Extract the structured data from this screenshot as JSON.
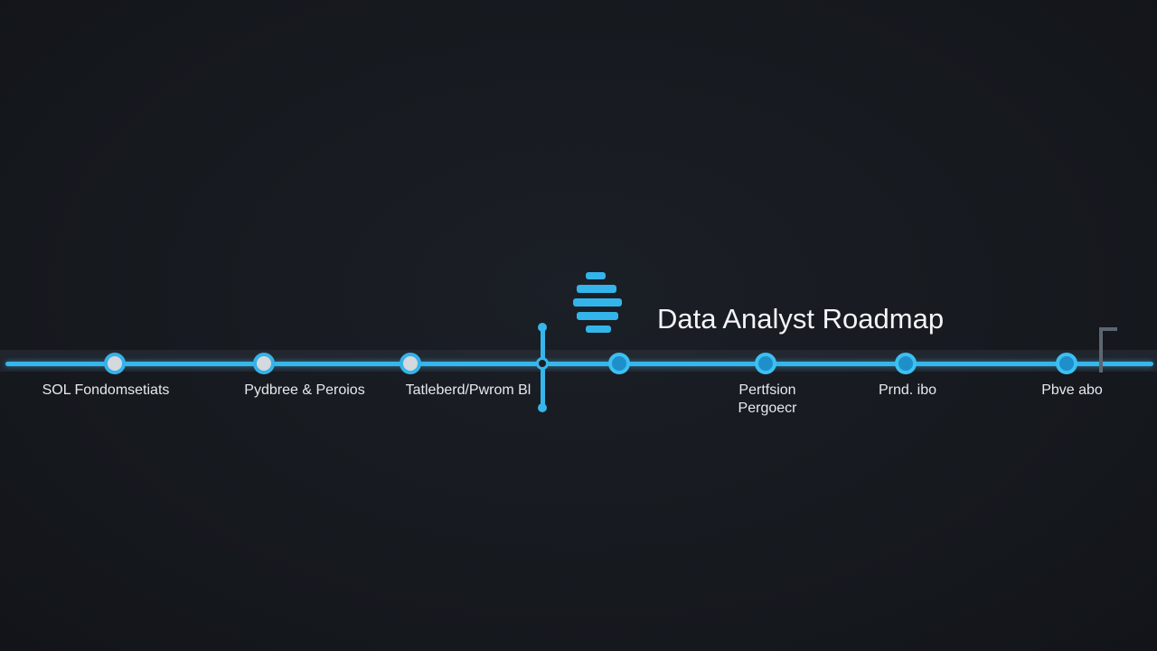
{
  "title": "Data Analyst Roadmap",
  "colors": {
    "background": "#16191f",
    "accent": "#36b6ea",
    "node_done_fill": "#d4d9de",
    "node_open_fill": "#1f8fc9",
    "text": "#e6eaee"
  },
  "icons": {
    "logo": "stacked-bars-logo-icon",
    "marker": "current-position-marker",
    "end": "end-bracket-icon"
  },
  "milestones": [
    {
      "label": "SOL Fondomsetiats",
      "label2": "",
      "state": "done"
    },
    {
      "label": "Pydbree & Peroios",
      "label2": "",
      "state": "done"
    },
    {
      "label": "Tatleberd/Pwrom Bl",
      "label2": "",
      "state": "done"
    },
    {
      "label": "",
      "label2": "",
      "state": "open"
    },
    {
      "label": "Pertfsion",
      "label2": "Pergoecr",
      "state": "open"
    },
    {
      "label": "Prnd. ibo",
      "label2": "",
      "state": "open"
    },
    {
      "label": "Pbve abo",
      "label2": "",
      "state": "open"
    }
  ]
}
